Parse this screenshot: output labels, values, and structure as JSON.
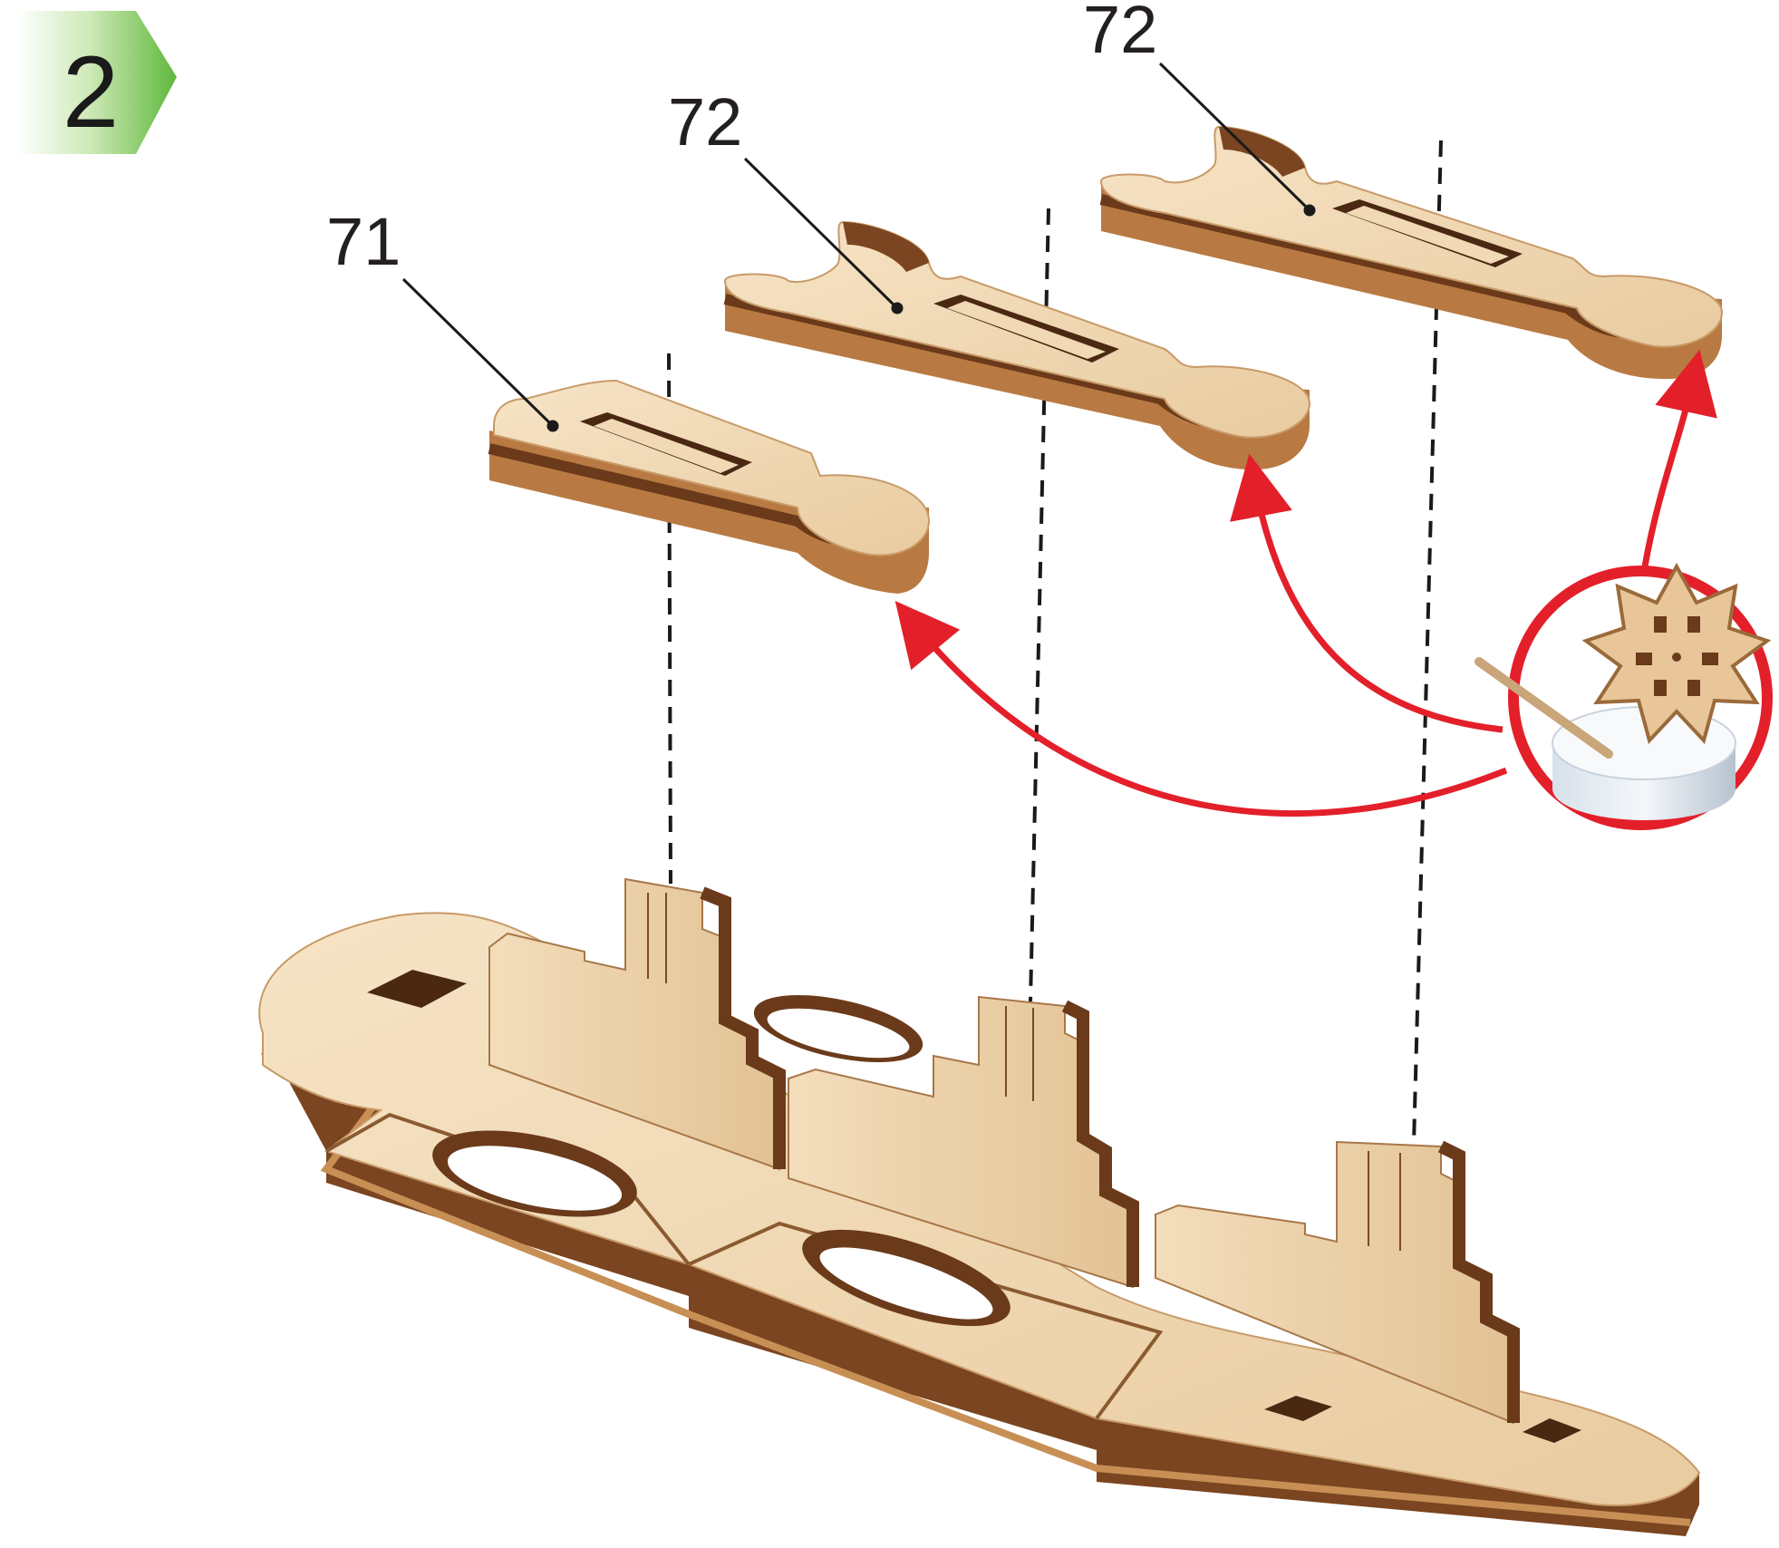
{
  "step": {
    "number": "2",
    "badge_color": "#6cc04a"
  },
  "part_labels": {
    "part_a": "71",
    "part_b": "72",
    "part_c": "72"
  },
  "colors": {
    "wood_face": "#f1d9b5",
    "wood_face_shade": "#e4c396",
    "wood_edge_light": "#c88f55",
    "wood_edge_dark": "#6b3a1a",
    "arrow": "#e3202a",
    "guide_line": "#1a1a1a"
  },
  "icons": {
    "glue": "glue-pot-icon"
  }
}
